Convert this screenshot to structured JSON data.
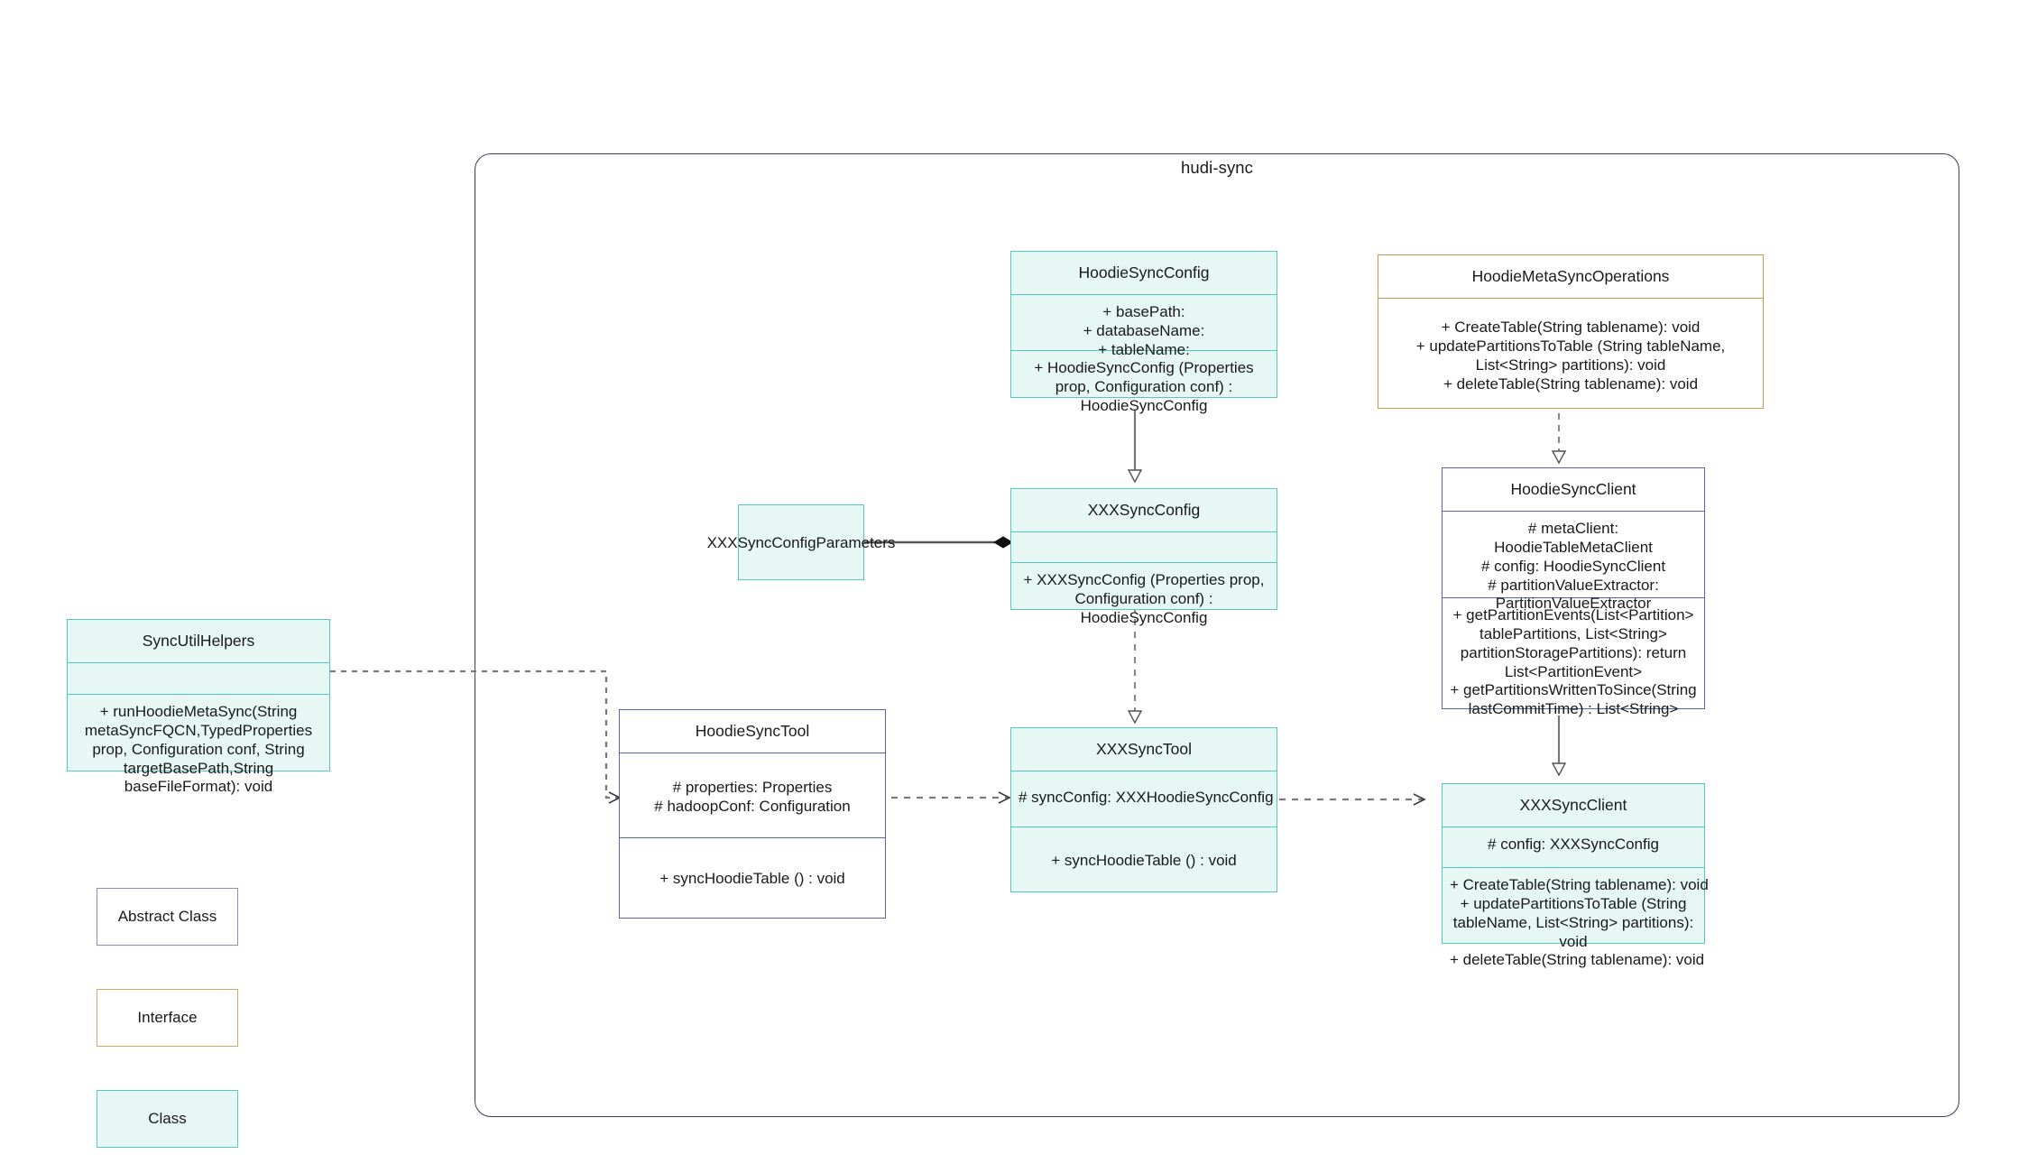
{
  "package": {
    "title": "hudi-sync"
  },
  "legend": {
    "abstract_class": "Abstract Class",
    "interface": "Interface",
    "klass": "Class"
  },
  "colors": {
    "class_border": "#55c9c0",
    "class_fill": "#e6f7f4",
    "abstract_border": "#5566a8",
    "interface_border": "#c79a52",
    "package_border": "#3a3f5c",
    "connector": "#6e6e6e",
    "connector_solid": "#5a5a5a"
  },
  "classes": {
    "hoodie_sync_config": {
      "name": "HoodieSyncConfig",
      "stereotype": "class",
      "attributes": [
        "+    basePath:",
        "+   databaseName:",
        "+   tableName:"
      ],
      "methods": [
        "+   HoodieSyncConfig (Properties prop, Configuration conf) : HoodieSyncConfig"
      ]
    },
    "hoodie_meta_sync_operations": {
      "name": "HoodieMetaSyncOperations",
      "stereotype": "interface",
      "attributes": [],
      "methods": [
        "+   CreateTable(String tablename): void",
        "+   updatePartitionsToTable (String tableName, List<String> partitions): void",
        "+   deleteTable(String tablename): void"
      ]
    },
    "hoodie_sync_client": {
      "name": "HoodieSyncClient",
      "stereotype": "abstract",
      "attributes": [
        "#   metaClient: HoodieTableMetaClient",
        "#   config: HoodieSyncClient",
        "#    partitionValueExtractor: PartitionValueExtractor"
      ],
      "methods": [
        "+   getPartitionEvents(List<Partition> tablePartitions, List<String> partitionStoragePartitions): return List<PartitionEvent>",
        "+   getPartitionsWrittenToSince(String lastCommitTime) : List<String>"
      ]
    },
    "xxx_sync_config": {
      "name": "XXXSyncConfig",
      "stereotype": "class",
      "attributes": [],
      "methods": [
        "+   XXXSyncConfig (Properties prop, Configuration conf) : HoodieSyncConfig"
      ]
    },
    "xxx_sync_config_parameters": {
      "name": "XXXSyncConfigParameters",
      "stereotype": "class",
      "attributes": [],
      "methods": []
    },
    "sync_util_helpers": {
      "name": "SyncUtilHelpers",
      "stereotype": "class",
      "attributes": [],
      "methods": [
        "+     runHoodieMetaSync(String metaSyncFQCN,TypedProperties prop, Configuration conf, String targetBasePath,String baseFileFormat): void"
      ]
    },
    "hoodie_sync_tool": {
      "name": "HoodieSyncTool",
      "stereotype": "abstract",
      "attributes": [
        "#   properties: Properties",
        "#   hadoopConf: Configuration"
      ],
      "methods": [
        "+   syncHoodieTable () : void"
      ]
    },
    "xxx_sync_tool": {
      "name": "XXXSyncTool",
      "stereotype": "class",
      "attributes": [
        "#   syncConfig: XXXHoodieSyncConfig"
      ],
      "methods": [
        "+   syncHoodieTable () : void"
      ]
    },
    "xxx_sync_client": {
      "name": "XXXSyncClient",
      "stereotype": "class",
      "attributes": [
        "#    config: XXXSyncConfig"
      ],
      "methods": [
        "+   CreateTable(String tablename): void",
        "+   updatePartitionsToTable (String tableName, List<String> partitions): void",
        "+   deleteTable(String tablename): void"
      ]
    }
  },
  "connections": [
    {
      "id": "inherit-config",
      "from": "HoodieSyncConfig",
      "to": "XXXSyncConfig",
      "style": "generalization-solid-hollow-triangle"
    },
    {
      "id": "realize-metasync-ops",
      "from": "HoodieMetaSyncOperations",
      "to": "HoodieSyncClient",
      "style": "realization-dashed-hollow-triangle"
    },
    {
      "id": "inherit-sync-client",
      "from": "HoodieSyncClient",
      "to": "XXXSyncClient",
      "style": "generalization-solid-hollow-triangle"
    },
    {
      "id": "dep-config-tool",
      "from": "XXXSyncConfig",
      "to": "XXXSyncTool",
      "style": "dependency-dashed-open-arrow"
    },
    {
      "id": "composition-params",
      "from": "XXXSyncConfigParameters",
      "to": "XXXSyncConfig",
      "style": "composition-filled-diamond"
    },
    {
      "id": "dep-helpers-tool",
      "from": "SyncUtilHelpers",
      "to": "HoodieSyncTool",
      "style": "dependency-dotted-open-arrow"
    },
    {
      "id": "dep-hoodietool-xxxtool",
      "from": "HoodieSyncTool",
      "to": "XXXSyncTool",
      "style": "dependency-dashed-open-arrow"
    },
    {
      "id": "dep-xxxtool-xxxclient",
      "from": "XXXSyncTool",
      "to": "XXXSyncClient",
      "style": "dependency-dashed-open-arrow"
    }
  ]
}
